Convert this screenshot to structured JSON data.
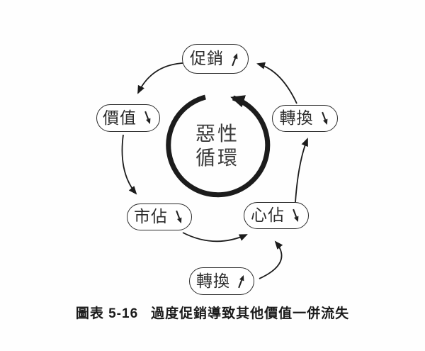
{
  "diagram": {
    "center": {
      "line1": "惡性",
      "line2": "循環"
    },
    "nodes": [
      {
        "id": "promotion",
        "label": "促銷",
        "trend": "up"
      },
      {
        "id": "value",
        "label": "價值",
        "trend": "down"
      },
      {
        "id": "conversion-right",
        "label": "轉換",
        "trend": "down"
      },
      {
        "id": "market-share",
        "label": "市佔",
        "trend": "down"
      },
      {
        "id": "mind-share",
        "label": "心佔",
        "trend": "down"
      },
      {
        "id": "conversion-bottom",
        "label": "轉換",
        "trend": "up"
      }
    ],
    "colors": {
      "ink": "#1c1c1c",
      "node_border": "#2b2b2b",
      "background": "#fefefe"
    }
  },
  "caption": {
    "figure_label": "圖表 5-16",
    "title": "過度促銷導致其他價值一併流失"
  }
}
